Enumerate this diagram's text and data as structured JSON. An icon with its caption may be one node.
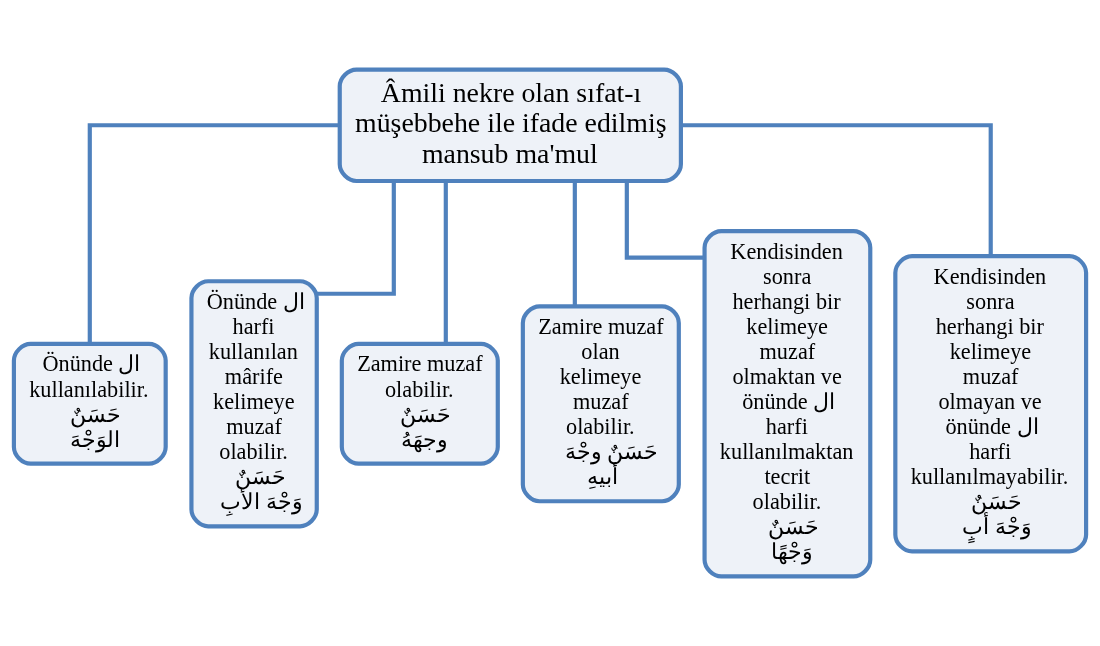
{
  "diagram": {
    "nodes": [
      {
        "text": [
          "Âmili nekre olan sıfat-ı müşebbehe ile ifade edilmiş mansub ma'mul"
        ]
      },
      {
        "text": [
          "Önünde ال kullanılabilir.",
          "حَسَنٌ الوَجْهَ"
        ]
      },
      {
        "text": [
          "Önünde ال harfi kullanılan mârife kelimeye muzaf olabilir.",
          "حَسَنٌ وَجْهَ الأبِ"
        ]
      },
      {
        "text": [
          "Zamire muzaf olabilir.",
          "حَسَنٌ وجهَهُ"
        ]
      },
      {
        "text": [
          "Zamire muzaf olan kelimeye muzaf olabilir.",
          "حَسَنٌ وجْهَ أبيهِ"
        ]
      },
      {
        "text": [
          "Kendisinden sonra herhangi bir kelimeye muzaf olmaktan ve önünde ال harfi kullanılmaktan tecrit olabilir.",
          "حَسَنٌ وَجْهًا"
        ]
      },
      {
        "text": [
          "Kendisinden sonra herhangi bir kelimeye muzaf olmayan ve önünde ال harfi kullanılmayabilir.",
          "حَسَنٌ وَجْهَ أبٍ"
        ]
      }
    ],
    "edges": [
      {
        "from": 0,
        "to": 1,
        "arrow": "none"
      },
      {
        "from": 0,
        "to": 2,
        "arrow": "none"
      },
      {
        "from": 0,
        "to": 3,
        "arrow": "none"
      },
      {
        "from": 0,
        "to": 4,
        "arrow": "none"
      },
      {
        "from": 0,
        "to": 5,
        "arrow": "none"
      },
      {
        "from": 0,
        "to": 6,
        "arrow": "none"
      }
    ]
  }
}
